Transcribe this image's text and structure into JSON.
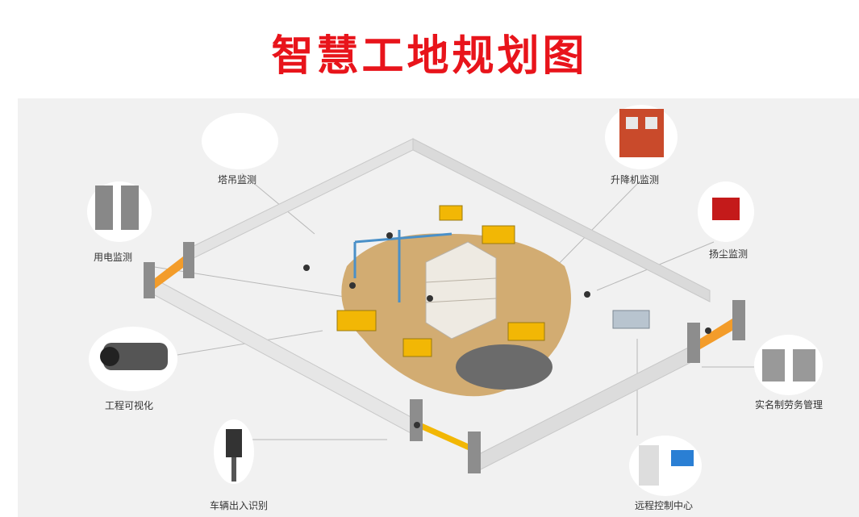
{
  "title": "智慧工地规划图",
  "modules": {
    "tower_crane": "塔吊监测",
    "hoist": "升降机监测",
    "electricity": "用电监测",
    "dust": "扬尘监测",
    "visualization": "工程可视化",
    "labor": "实名制劳务管理",
    "vehicle": "车辆出入识别",
    "control_center": "远程控制中心"
  },
  "colors": {
    "title": "#e8141b",
    "wall": "#d9d9d9",
    "ground": "#c9a46a",
    "machine_yellow": "#f2b705",
    "gate_orange": "#f39c2a",
    "hoist_red": "#c94a2b"
  }
}
